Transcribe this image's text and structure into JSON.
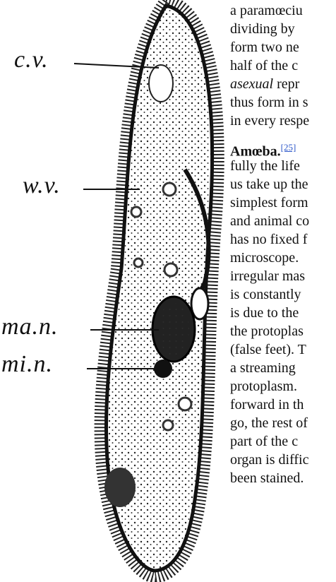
{
  "figure": {
    "labels": {
      "cv": "c.v.",
      "wv": "w.v.",
      "man": "ma.n.",
      "min": "mi.n."
    }
  },
  "text": {
    "line1": "a paramœciu",
    "line2": "dividing by",
    "line3": "form two ne",
    "line4": "half of the c",
    "line5_italic": "asexual",
    "line5_rest": " repr",
    "line6": "thus form in s",
    "line7": "in every respe",
    "amoeba_heading": "Amœba.",
    "amoeba_footnote": "[25]",
    "line9": "fully the life",
    "line10": "us take up the",
    "line11": "simplest form",
    "line12": "and animal co",
    "line13": "has no fixed f",
    "line14": "microscope.",
    "line15": "irregular mas",
    "line16": "is constantly",
    "line17": "is due to the",
    "line18": "the protoplas",
    "line19": "(false feet). T",
    "line20": "a streaming",
    "line21": "protoplasm.",
    "line22": "forward in th",
    "line23": "go, the rest of",
    "line24": "part of the c",
    "line25": "organ is diffic",
    "line26": "been stained."
  },
  "colors": {
    "ink": "#111111",
    "link": "#2a55c9"
  }
}
